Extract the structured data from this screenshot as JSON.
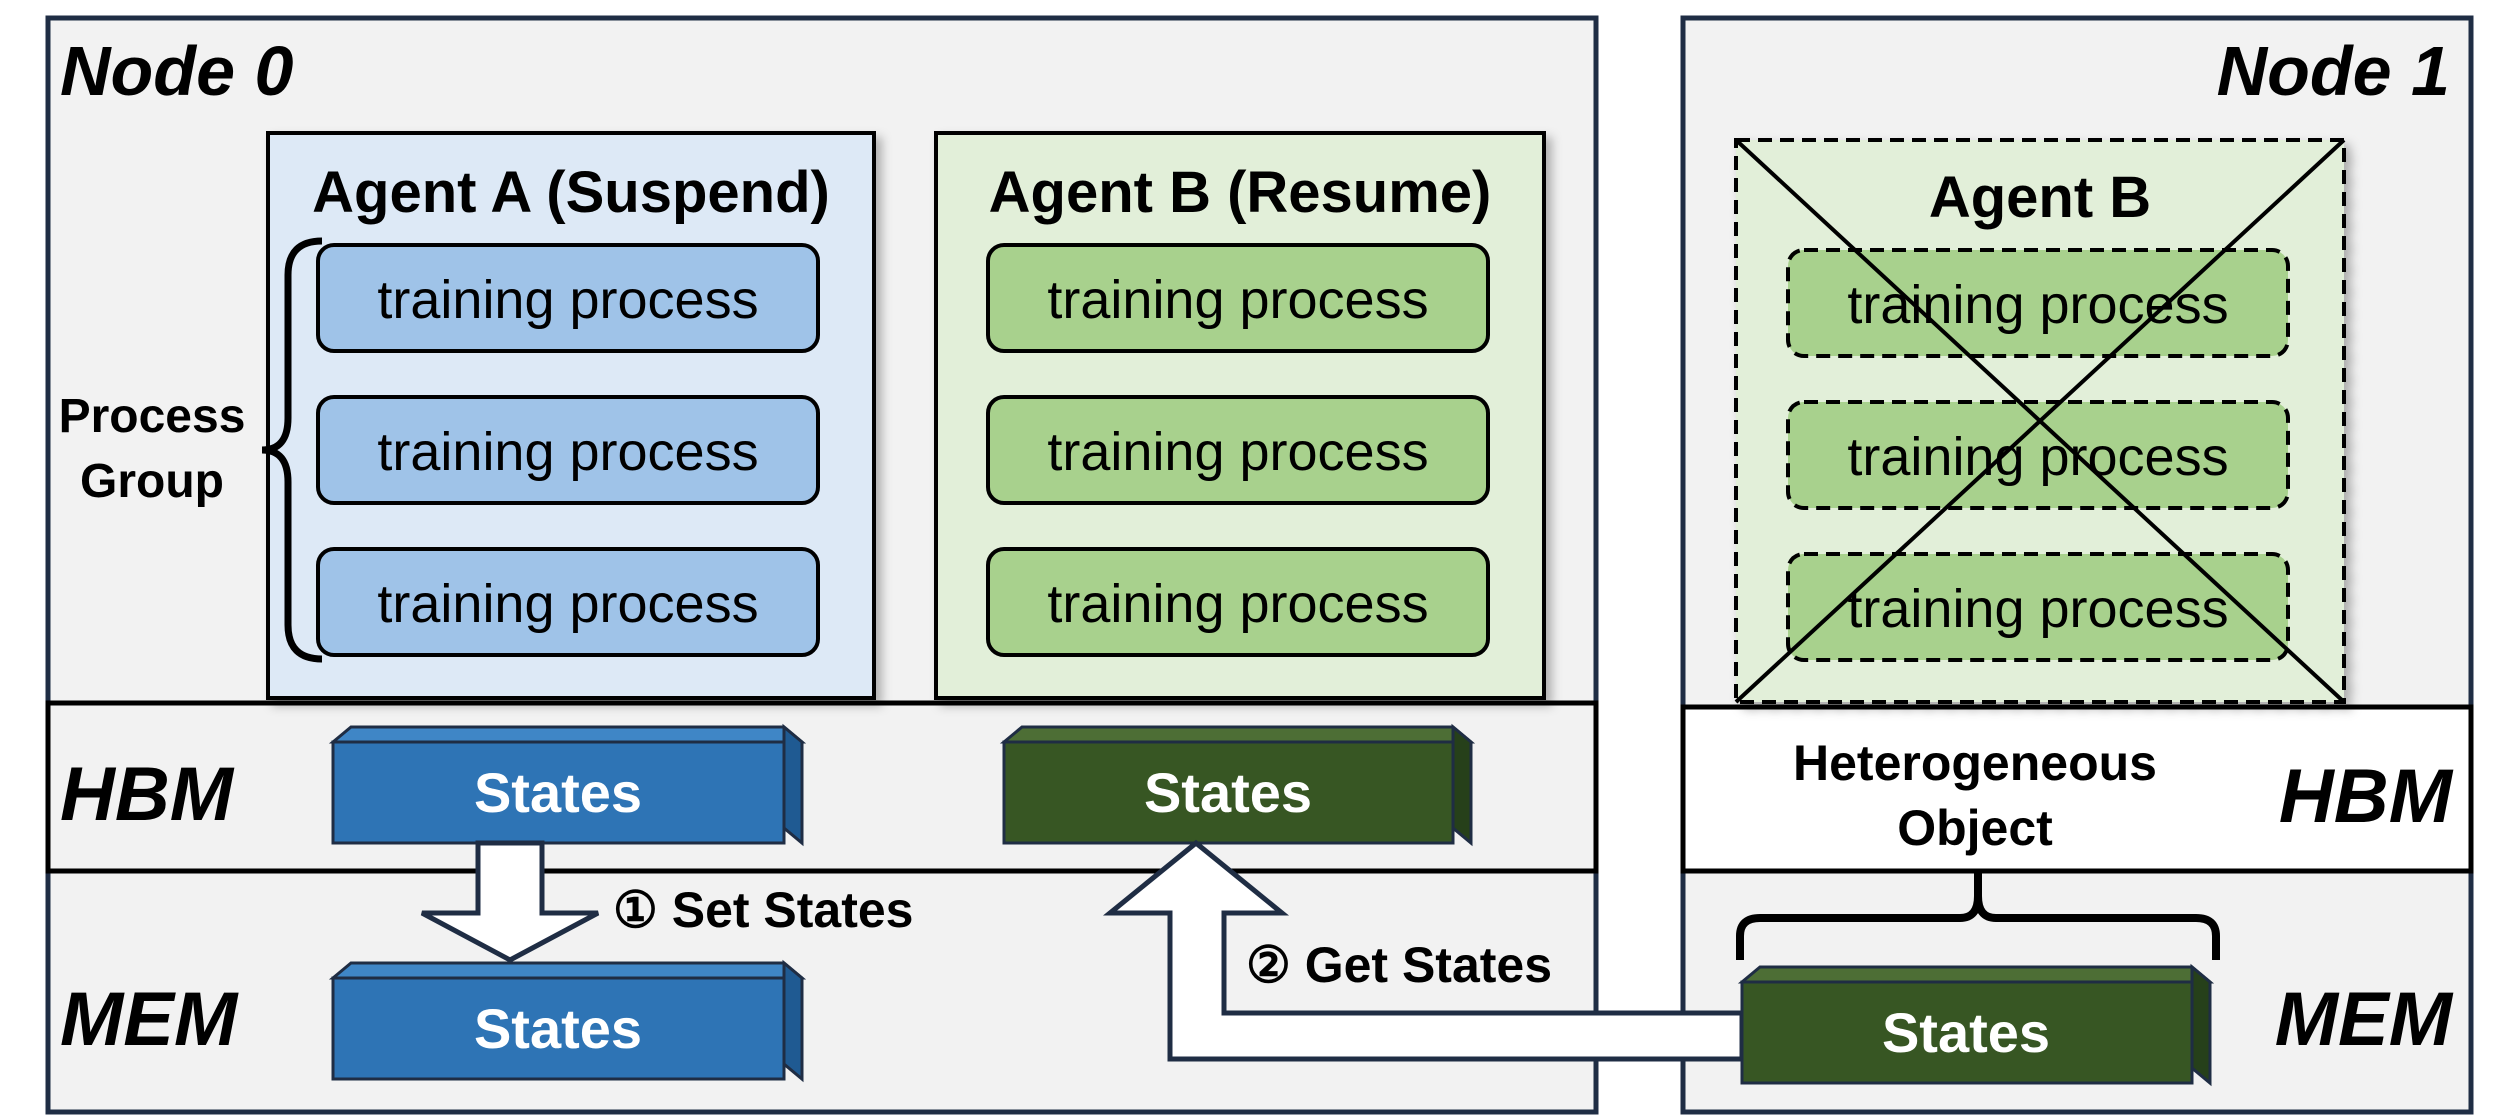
{
  "node0": {
    "title": "Node 0",
    "hbm_label": "HBM",
    "mem_label": "MEM",
    "process_group_label_line1": "Process",
    "process_group_label_line2": "Group",
    "agent_a": {
      "title": "Agent A (Suspend)",
      "processes": [
        "training process",
        "training process",
        "training process"
      ],
      "hbm_states": "States",
      "mem_states": "States"
    },
    "agent_b": {
      "title": "Agent B (Resume)",
      "processes": [
        "training process",
        "training process",
        "training process"
      ],
      "hbm_states": "States"
    },
    "step1_label": "① Set States",
    "step2_label": "② Get States"
  },
  "node1": {
    "title": "Node 1",
    "hbm_label": "HBM",
    "mem_label": "MEM",
    "agent_b": {
      "title": "Agent B",
      "processes": [
        "training process",
        "training process",
        "training process"
      ]
    },
    "hetero_line1": "Heterogeneous",
    "hetero_line2": "Object",
    "mem_states": "States"
  },
  "colors": {
    "panel_bg": "#f2f2f2",
    "border": "#1f2d44",
    "agent_a_bg": "#dde9f6",
    "agent_a_proc": "#9fc3e8",
    "agent_b_bg": "#e2efd9",
    "agent_b_proc": "#a8d18d",
    "blue_states": "#2e74b5",
    "green_states": "#375623"
  }
}
